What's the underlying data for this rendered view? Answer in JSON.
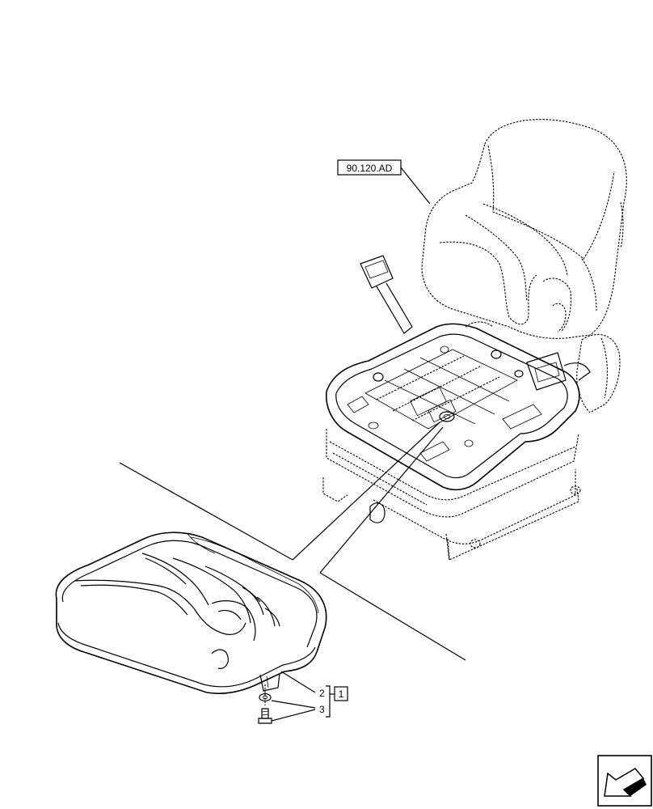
{
  "callouts": {
    "reference_box": "90.120.AD",
    "item_1": "1",
    "item_2": "2",
    "item_3": "3"
  },
  "nav_icon": "next-page-arrow-icon"
}
